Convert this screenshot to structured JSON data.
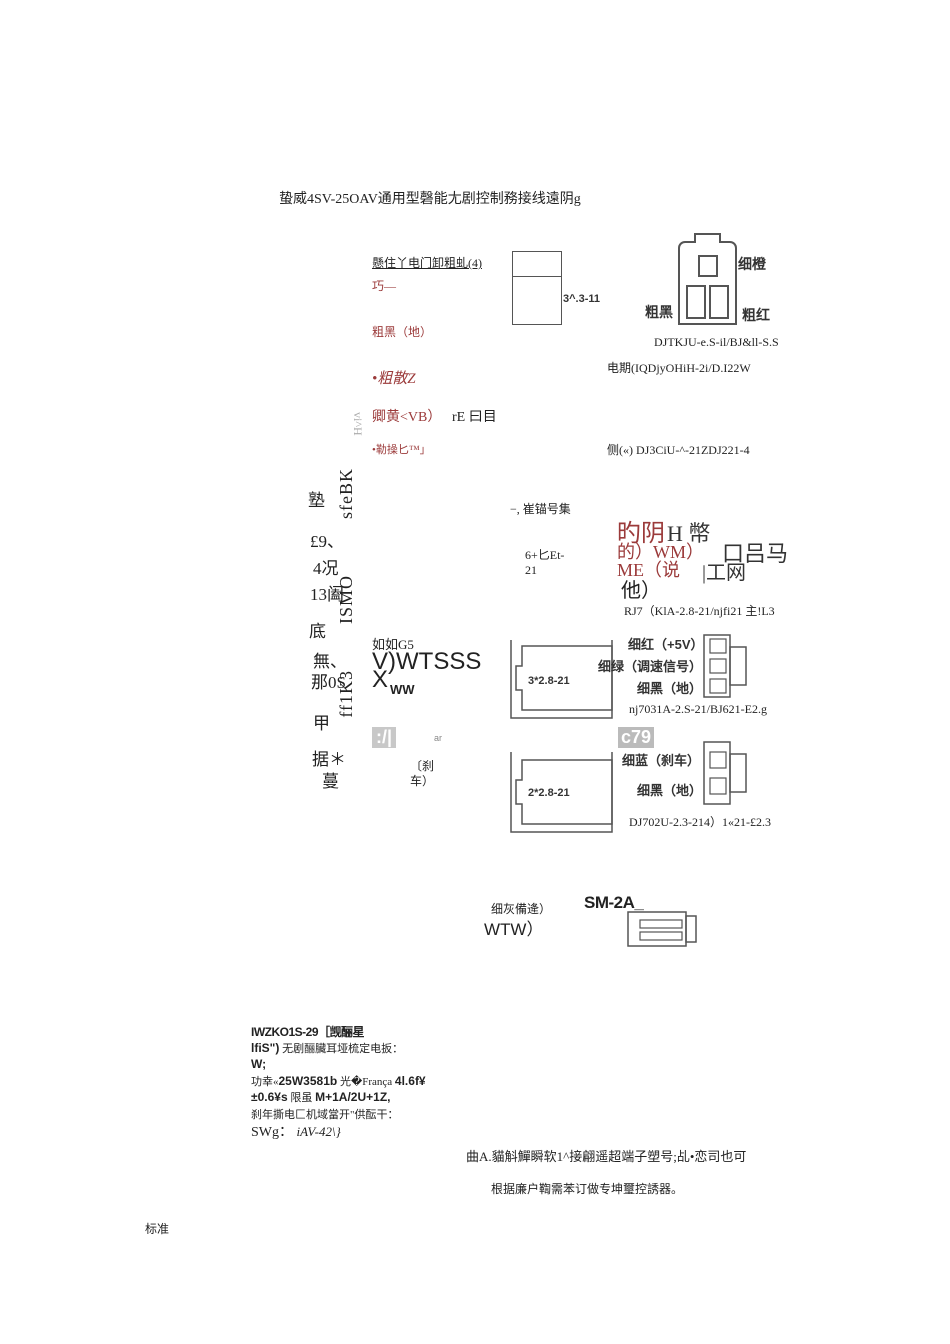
{
  "title": "蛰威4SV-25OAV通用型磬能尢剧控制務接线遠阴g",
  "top_section": {
    "l1": "懸住丫电门卸粗虬(4)",
    "l2": "巧—",
    "l3": "粗黑（地）",
    "l4": "•粗散Z",
    "l5a": "卿黄<VB）",
    "l5b": "rE 曰目",
    "l6": "•勒操匕™」",
    "conn_label": "3^.3-11",
    "pin_tr": "细橙",
    "pin_bl": "粗黑",
    "pin_br": "粗红",
    "model1": "DJTKJU-e.S-il/BJ&ll-S.S",
    "model2": "电期(IQDjyOHiH-2i/D.I22W",
    "model3": "侧(«) DJ3CiU-^-21ZDJ221-4",
    "vtop": "vi^H"
  },
  "left_vertical": {
    "c1": "塾",
    "c2": "£9、",
    "c3": "4况",
    "c4": "13阖",
    "c5": "底",
    "c6": "無、",
    "c7": "那0S",
    "c8": "甲",
    "c9": "据＊",
    "c10": "蔓",
    "vcol1": "sfeBK",
    "vcol2": "ISMO",
    "vcol3": "ff1K3"
  },
  "middle_section": {
    "anchor": "−, 崔锚号集",
    "num": "6+匕Et-21",
    "big1": "旳阴",
    "big1b": "H 幣",
    "big2": "的）WM）",
    "big2b": "口吕马",
    "big3": "ME（说",
    "big3b": "|工网",
    "big4": "他）",
    "model4": "RJ7（KlA-2.8-21/njfi21 主!L3"
  },
  "lower_section": {
    "ruru": "如如G5",
    "wtsss": "V)WTSSS",
    "xww1": "X",
    "xww2": "WW",
    "conn2": "3*2.8-21",
    "p1": "细红（+5V）",
    "p2": "细绿（调速信号）",
    "p3": "细黑（地）",
    "model5": "nj7031A-2.S-21/BJ621-E2.g",
    "dots": ":/|",
    "ar": "ar",
    "c79": "c79",
    "brake1": "〔刹",
    "brake2": "车）",
    "conn3": "2*2.8-21",
    "p4": "细蓝（刹车）",
    "p5": "细黑（地）",
    "model6": "DJ702U-2.3-214）1«21-£2.3"
  },
  "bottom_conn": {
    "gray": "细灰備逄）",
    "wtw": "WTW）",
    "sm": "SM-2A_"
  },
  "specs": {
    "s1": "IWZKO1S-29［觊酾星",
    "s2a": "lfiS\")",
    "s2b": "无剧酾臟耳垭梳定电扳：",
    "s3": "W;",
    "s4a": "功幸«",
    "s4b": "25W3581b",
    "s4c": "光�França",
    "s4d": "4l.6f¥",
    "s5a": "±0.6¥s",
    "s5b": "限虽",
    "s5c": "M+1A/2U+1Z,",
    "s6": "刹年撕电匚机域當开\"供酝干：",
    "s7a": "SWg：",
    "s7b": "iAV-42\\}"
  },
  "footer_note": {
    "n1": "曲A.貓斛鱓瞬软1^接翩遥超端子塑号;乩•恋司也可",
    "n2": "根据廉户鞫需苯订做专坤璽控誘器。"
  },
  "corner": "标准"
}
